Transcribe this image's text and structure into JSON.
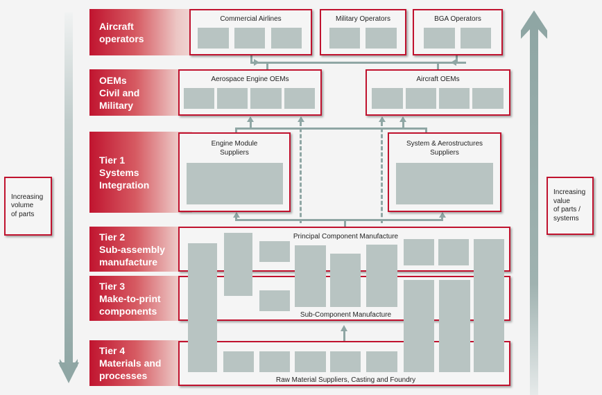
{
  "tiers": [
    {
      "label": "Aircraft\noperators"
    },
    {
      "label": "OEMs\nCivil and\nMilitary"
    },
    {
      "label": "Tier 1\nSystems\nIntegration"
    },
    {
      "label": "Tier 2\nSub-assembly\nmanufacture"
    },
    {
      "label": "Tier 3\nMake-to-print\ncomponents"
    },
    {
      "label": "Tier 4\nMaterials and\nprocesses"
    }
  ],
  "operators": {
    "commercial": "Commercial Airlines",
    "military": "Military Operators",
    "bga": "BGA Operators"
  },
  "oems": {
    "engine": "Aerospace Engine OEMs",
    "aircraft": "Aircraft OEMs"
  },
  "tier1": {
    "engine_module": "Engine Module\nSuppliers",
    "systems": "System & Aerostructures\nSuppliers"
  },
  "tier2": {
    "title": "Principal Component Manufacture"
  },
  "tier3": {
    "title": "Sub-Component Manufacture"
  },
  "tier4": {
    "title": "Raw Material Suppliers, Casting and Foundry"
  },
  "side_notes": {
    "left": "Increasing\nvolume\nof parts",
    "right": "Increasing\nvalue\nof parts /\nsystems"
  },
  "arrows": {
    "left": "arrow-down-icon",
    "right": "arrow-up-icon"
  },
  "colors": {
    "accent_red": "#c0122e",
    "connector_gray": "#8fa6a4",
    "block_gray": "#b8c4c2"
  }
}
